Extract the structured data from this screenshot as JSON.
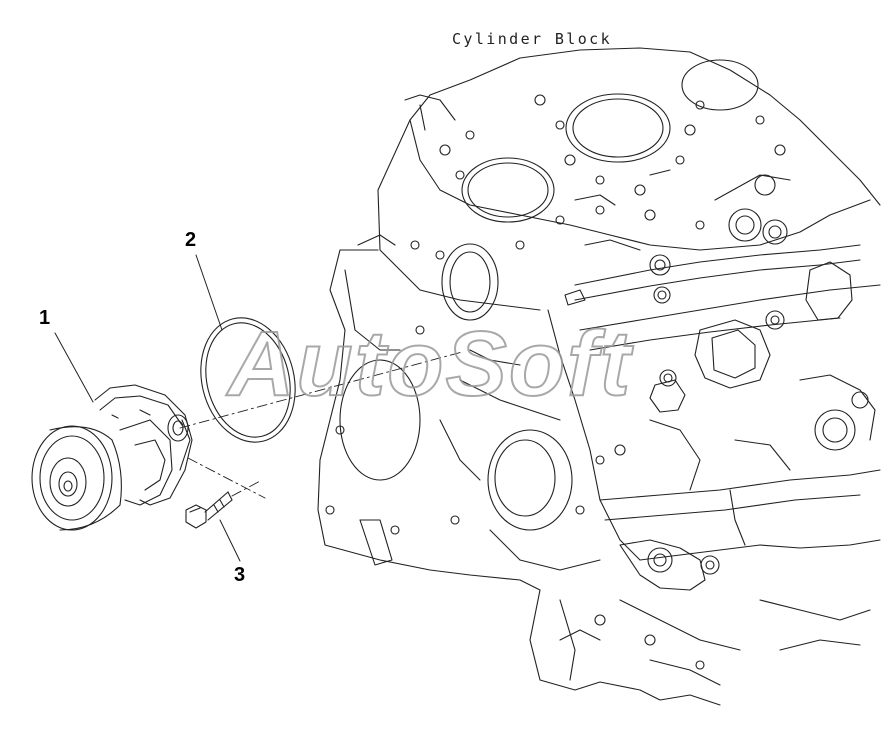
{
  "diagram": {
    "header_label": "Cylinder Block",
    "callouts": [
      {
        "id": "1",
        "part": "water-pump"
      },
      {
        "id": "2",
        "part": "o-ring"
      },
      {
        "id": "3",
        "part": "flange-bolt"
      }
    ],
    "watermark": "AutoSoft"
  },
  "colors": {
    "line": "#222222",
    "background": "#ffffff",
    "watermark_stroke": "#9a9a9a"
  }
}
